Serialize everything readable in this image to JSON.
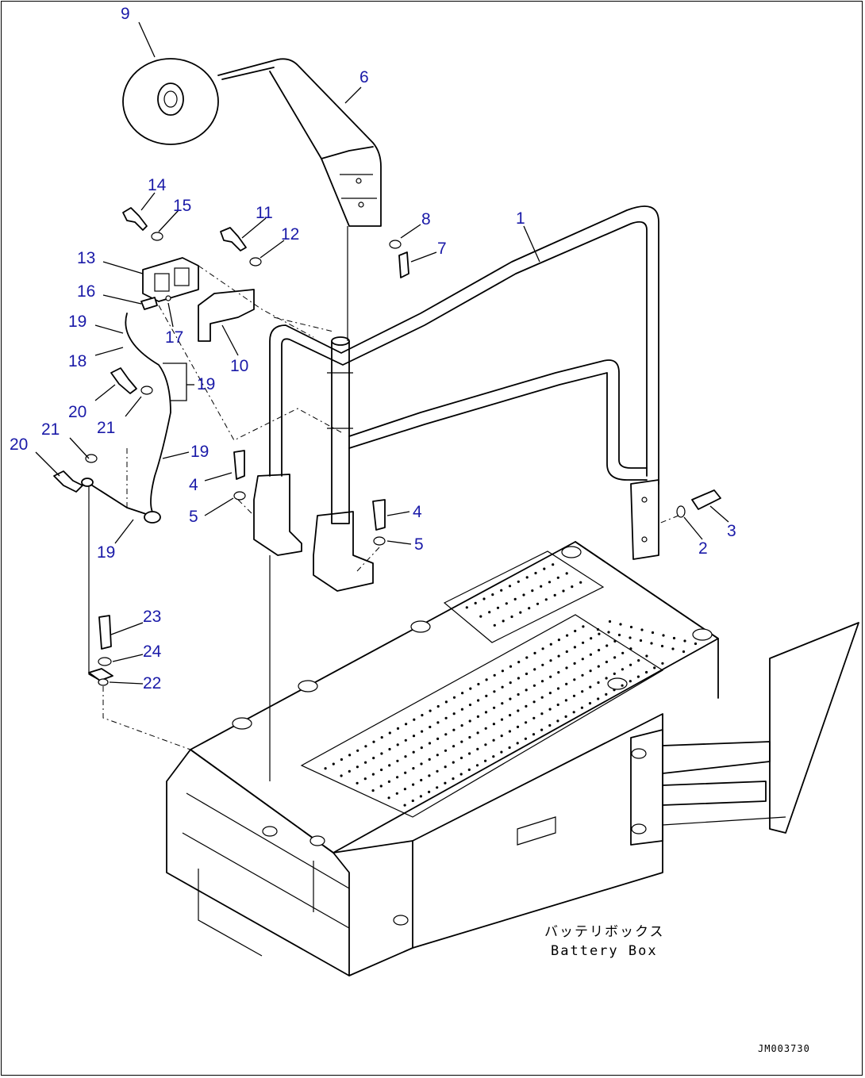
{
  "callouts": [
    {
      "id": "9",
      "text": "9"
    },
    {
      "id": "6",
      "text": "6"
    },
    {
      "id": "1",
      "text": "1"
    },
    {
      "id": "8",
      "text": "8"
    },
    {
      "id": "7",
      "text": "7"
    },
    {
      "id": "14",
      "text": "14"
    },
    {
      "id": "15",
      "text": "15"
    },
    {
      "id": "11",
      "text": "11"
    },
    {
      "id": "12",
      "text": "12"
    },
    {
      "id": "13",
      "text": "13"
    },
    {
      "id": "16",
      "text": "16"
    },
    {
      "id": "17",
      "text": "17"
    },
    {
      "id": "10",
      "text": "10"
    },
    {
      "id": "19a",
      "text": "19"
    },
    {
      "id": "18",
      "text": "18"
    },
    {
      "id": "19b",
      "text": "19"
    },
    {
      "id": "20a",
      "text": "20"
    },
    {
      "id": "21a",
      "text": "21"
    },
    {
      "id": "21b",
      "text": "21"
    },
    {
      "id": "20b",
      "text": "20"
    },
    {
      "id": "19c",
      "text": "19"
    },
    {
      "id": "4a",
      "text": "4"
    },
    {
      "id": "5a",
      "text": "5"
    },
    {
      "id": "4b",
      "text": "4"
    },
    {
      "id": "5b",
      "text": "5"
    },
    {
      "id": "3",
      "text": "3"
    },
    {
      "id": "2",
      "text": "2"
    },
    {
      "id": "19d",
      "text": "19"
    },
    {
      "id": "23",
      "text": "23"
    },
    {
      "id": "24",
      "text": "24"
    },
    {
      "id": "22",
      "text": "22"
    }
  ],
  "battery_box": {
    "label_jp": "バッテリボックス",
    "label_en": "Battery Box"
  },
  "drawing_code": "JM003730"
}
